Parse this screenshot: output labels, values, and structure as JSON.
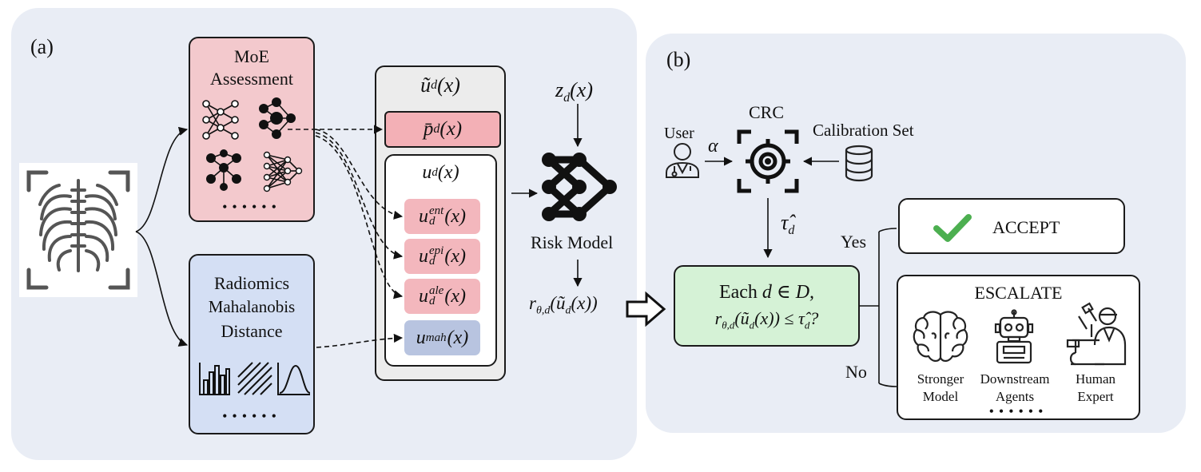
{
  "panel_a": {
    "label": "(a)",
    "moe": {
      "title_line1": "MoE",
      "title_line2": "Assessment",
      "more": "••••••"
    },
    "radiomics": {
      "line1": "Radiomics",
      "line2": "Mahalanobis",
      "line3": "Distance",
      "more": "••••••"
    },
    "uncertainty": {
      "u_tilde": "ũ",
      "u_tilde_sub": "d",
      "u_tilde_arg": "(x)",
      "p_bar": "p̄",
      "p_sub": "d",
      "p_arg": "(x)",
      "u_group": "u",
      "u_group_sub": "d",
      "u_group_arg": "(x)",
      "u_ent_base": "u",
      "u_ent_sub": "d",
      "u_ent_sup": "ent",
      "u_ent_arg": "(x)",
      "u_epi_base": "u",
      "u_epi_sub": "d",
      "u_epi_sup": "epi",
      "u_epi_arg": "(x)",
      "u_ale_base": "u",
      "u_ale_sub": "d",
      "u_ale_sup": "ale",
      "u_ale_arg": "(x)",
      "u_mah_base": "u",
      "u_mah_sup": "mah",
      "u_mah_arg": "(x)"
    },
    "risk": {
      "z_base": "z",
      "z_sub": "d",
      "z_arg": "(x)",
      "label": "Risk Model",
      "r_base": "r",
      "r_sub": "θ,d",
      "r_arg": "(ũ",
      "r_arg_sub": "d",
      "r_arg_end": "(x))"
    }
  },
  "panel_b": {
    "label": "(b)",
    "crc": "CRC",
    "user": "User",
    "alpha": "α",
    "calibration": "Calibration Set",
    "tau_hat": "τ̂",
    "tau_sub": "d",
    "decision": {
      "line1_a": "Each ",
      "line1_b": "d ∈ D,",
      "line2_r": "r",
      "line2_sub": "θ,d",
      "line2_mid": "(ũ",
      "line2_mid_sub": "d",
      "line2_end": "(x)) ≤ τ̂",
      "line2_tau_sub": "d",
      "line2_q": "?"
    },
    "yes": "Yes",
    "no": "No",
    "accept": "ACCEPT",
    "escalate": "ESCALATE",
    "options": [
      {
        "line1": "Stronger",
        "line2": "Model"
      },
      {
        "line1": "Downstream",
        "line2": "Agents"
      },
      {
        "line1": "Human",
        "line2": "Expert"
      }
    ],
    "more": "••••••"
  },
  "colors": {
    "panel_bg": "#e9edf5",
    "pink": "#f3c9cd",
    "blue": "#d4dff4",
    "green": "#d5f2d6",
    "check": "#4caf50"
  }
}
